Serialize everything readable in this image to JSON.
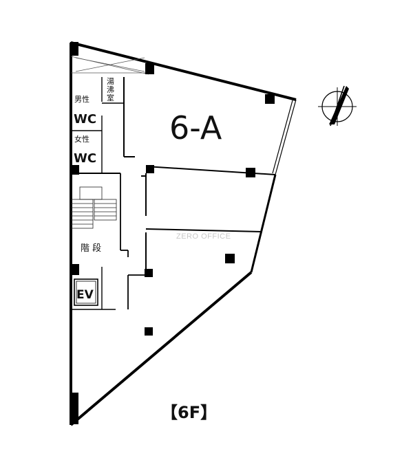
{
  "labels": {
    "restroom_male": "男性",
    "restroom_female": "女性",
    "wc_male": "WC",
    "wc_female": "WC",
    "kitchenette": "湯沸室",
    "stairs": "階 段",
    "elevator": "EV",
    "unit": "6-A",
    "floor": "【6F】",
    "watermark": "ZERO OFFICE"
  },
  "icons": {
    "compass": "north-arrow-icon"
  },
  "colors": {
    "wall": "#000000",
    "thin_line": "#222222",
    "background": "#ffffff",
    "watermark": "#c8c8c8"
  }
}
